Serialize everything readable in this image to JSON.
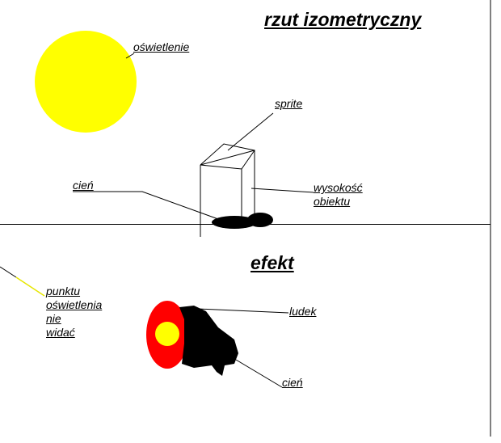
{
  "top_section": {
    "title": "rzut izometryczny",
    "labels": {
      "lighting": "oświetlenie",
      "sprite": "sprite",
      "shadow": "cień",
      "object_height_line1": "wysokość",
      "object_height_line2": "obiektu"
    }
  },
  "bottom_section": {
    "title": "efekt",
    "labels": {
      "light_point_line1": "punktu",
      "light_point_line2": "oświetlenia",
      "light_point_line3": "nie",
      "light_point_line4": "widać",
      "figure": "ludek",
      "shadow": "cień"
    }
  },
  "colors": {
    "sun": "#ffff00",
    "light": "#ff0000",
    "shadow": "#000000"
  }
}
